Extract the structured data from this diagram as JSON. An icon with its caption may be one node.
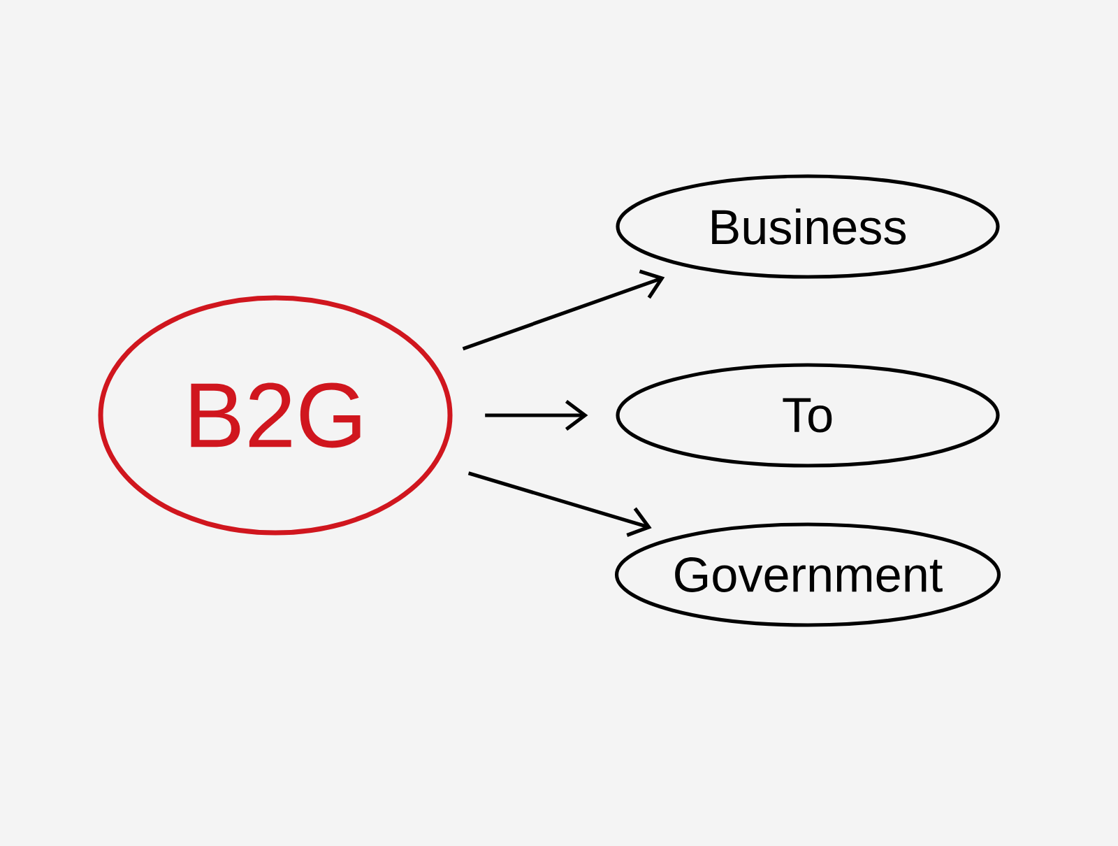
{
  "diagram": {
    "nodes": [
      {
        "text": [
          "B2G"
        ]
      },
      {
        "text": [
          "Business"
        ]
      },
      {
        "text": [
          "To"
        ]
      },
      {
        "text": [
          "Government"
        ]
      }
    ],
    "edges": [
      {
        "from": 0,
        "to": 1,
        "arrow": "to"
      },
      {
        "from": 0,
        "to": 2,
        "arrow": "to"
      },
      {
        "from": 0,
        "to": 3,
        "arrow": "to"
      }
    ]
  }
}
